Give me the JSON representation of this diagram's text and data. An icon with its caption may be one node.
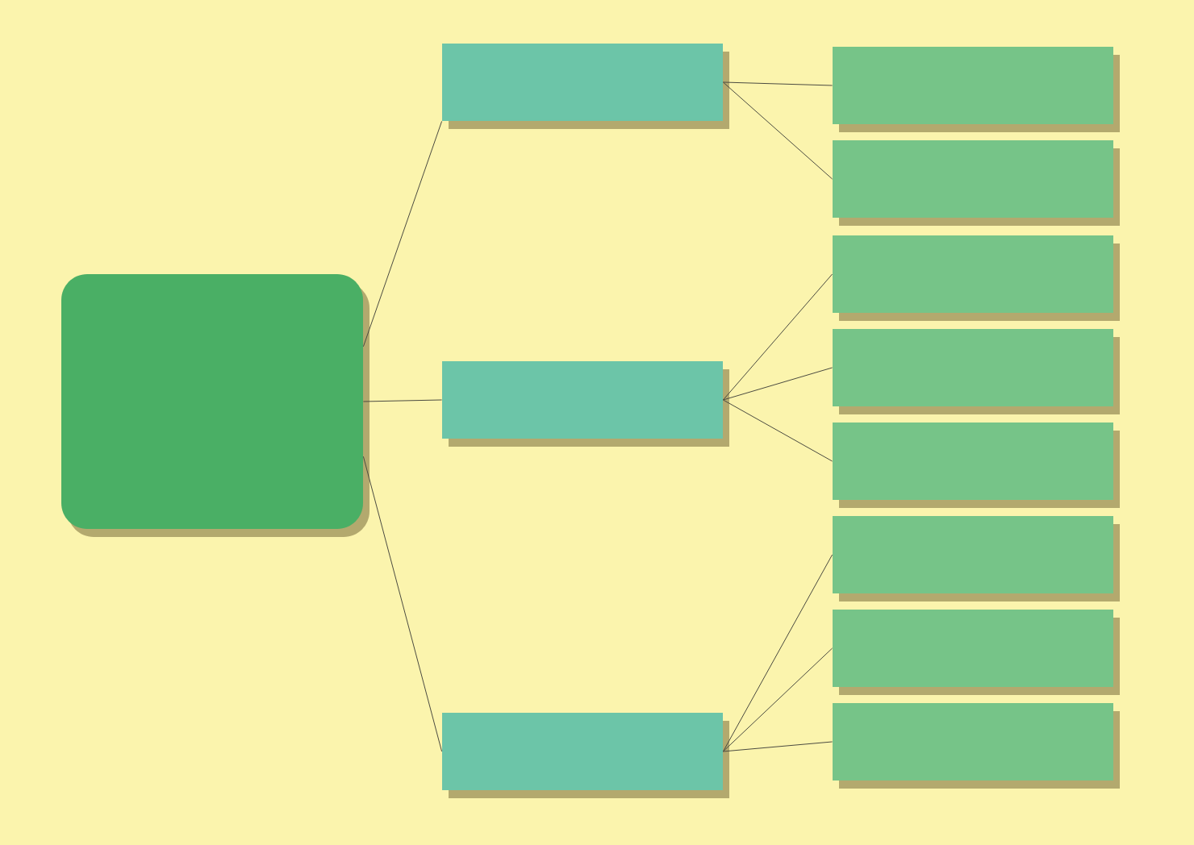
{
  "diagram": {
    "nodes": [
      {
        "text": [],
        "shape": "box"
      },
      {
        "text": [],
        "shape": "box"
      },
      {
        "text": [],
        "shape": "box"
      },
      {
        "text": [],
        "shape": "box"
      },
      {
        "text": [],
        "shape": "box"
      },
      {
        "text": [],
        "shape": "box"
      },
      {
        "text": [],
        "shape": "box"
      },
      {
        "text": [],
        "shape": "box"
      },
      {
        "text": [],
        "shape": "box"
      },
      {
        "text": [],
        "shape": "box"
      },
      {
        "text": [],
        "shape": "box"
      },
      {
        "text": [],
        "shape": "box"
      }
    ],
    "edges": [
      {
        "from": 0,
        "to": 1,
        "arrow": "none"
      },
      {
        "from": 0,
        "to": 2,
        "arrow": "none"
      },
      {
        "from": 0,
        "to": 3,
        "arrow": "none"
      },
      {
        "from": 1,
        "to": 4,
        "arrow": "none"
      },
      {
        "from": 1,
        "to": 5,
        "arrow": "none"
      },
      {
        "from": 2,
        "to": 6,
        "arrow": "none"
      },
      {
        "from": 2,
        "to": 7,
        "arrow": "none"
      },
      {
        "from": 2,
        "to": 8,
        "arrow": "none"
      },
      {
        "from": 3,
        "to": 9,
        "arrow": "none"
      },
      {
        "from": 3,
        "to": 10,
        "arrow": "none"
      },
      {
        "from": 3,
        "to": 11,
        "arrow": "none"
      }
    ]
  }
}
